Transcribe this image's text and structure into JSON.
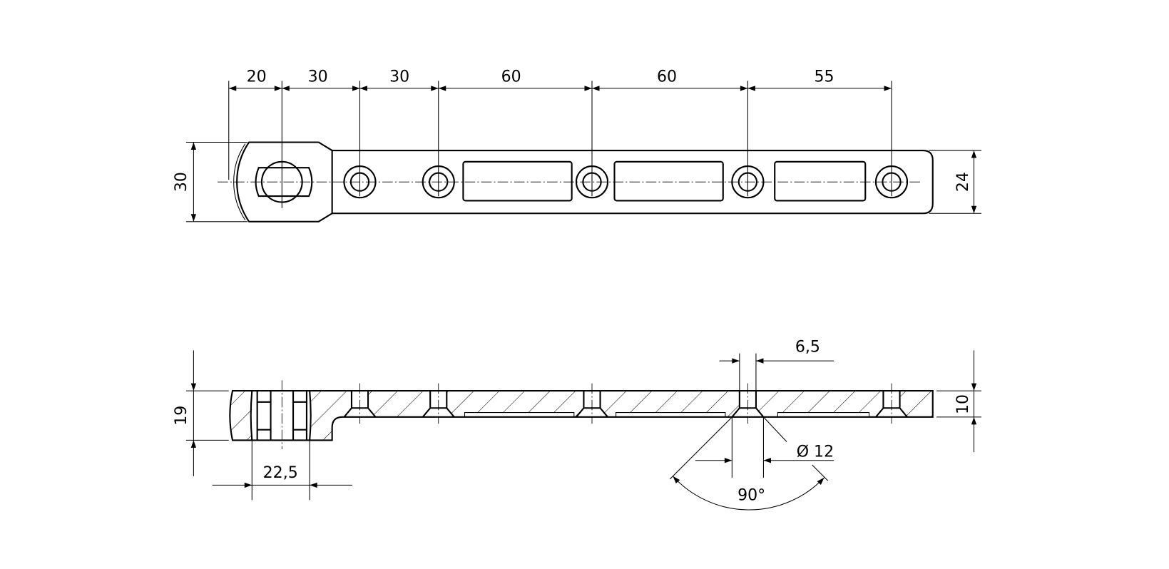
{
  "top_view": {
    "dims_horizontal": [
      "20",
      "30",
      "30",
      "60",
      "60",
      "55"
    ],
    "dim_height_left": "30",
    "dim_height_right": "24"
  },
  "section_view": {
    "dim_height_left": "19",
    "dim_lug_width": "22,5",
    "dim_hole": "6,5",
    "dim_countersink": "Ø 12",
    "dim_angle": "90°",
    "dim_thickness": "10"
  }
}
